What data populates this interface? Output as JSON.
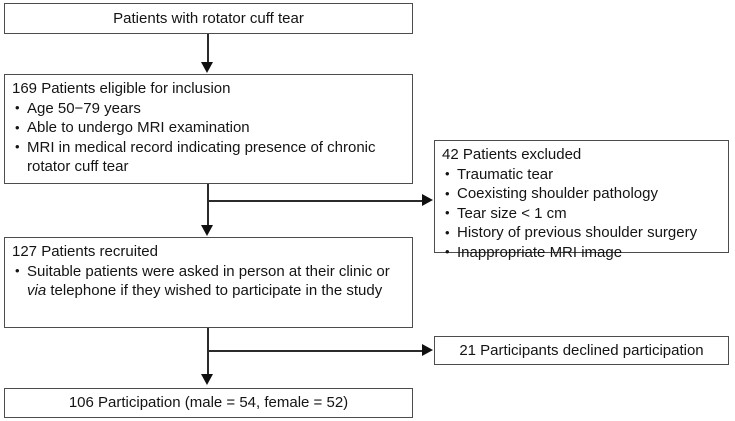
{
  "diagram": {
    "type": "flowchart",
    "title_text": "",
    "colors": {
      "box_border": "#4d4d4d",
      "connector": "#2b2b2b",
      "background": "#ffffff",
      "text": "#141414"
    },
    "nodes": [
      {
        "id": "source",
        "title": "Patients with rotator cuff tear",
        "bullets": []
      },
      {
        "id": "eligible",
        "title": "169 Patients eligible for inclusion",
        "bullets": [
          "Age 50−79 years",
          "Able to undergo MRI examination",
          "MRI in medical record indicating presence of chronic rotator cuff tear"
        ]
      },
      {
        "id": "excluded",
        "title": "42 Patients excluded",
        "bullets": [
          "Traumatic tear",
          "Coexisting shoulder pathology",
          "Tear size < 1 cm",
          "History of previous shoulder surgery",
          "Inappropriate MRI image"
        ]
      },
      {
        "id": "recruited",
        "title": "127 Patients recruited",
        "bullets": [
          "Suitable patients were asked in person at their clinic or via telephone if they wished to participate in the study"
        ],
        "bullet_italic_word": "via"
      },
      {
        "id": "declined",
        "title": "21 Participants declined participation",
        "bullets": []
      },
      {
        "id": "participation",
        "title": "106 Participation (male = 54, female = 52)",
        "bullets": []
      }
    ],
    "edges": [
      {
        "id": "source-to-eligible",
        "from": "source",
        "to": "eligible",
        "direction": "down"
      },
      {
        "id": "eligible-to-excluded",
        "from": "eligible",
        "to": "excluded",
        "direction": "right"
      },
      {
        "id": "eligible-to-recruited",
        "from": "eligible",
        "to": "recruited",
        "direction": "down"
      },
      {
        "id": "recruited-to-declined",
        "from": "recruited",
        "to": "declined",
        "direction": "right"
      },
      {
        "id": "recruited-to-participation",
        "from": "recruited",
        "to": "participation",
        "direction": "down"
      }
    ]
  }
}
